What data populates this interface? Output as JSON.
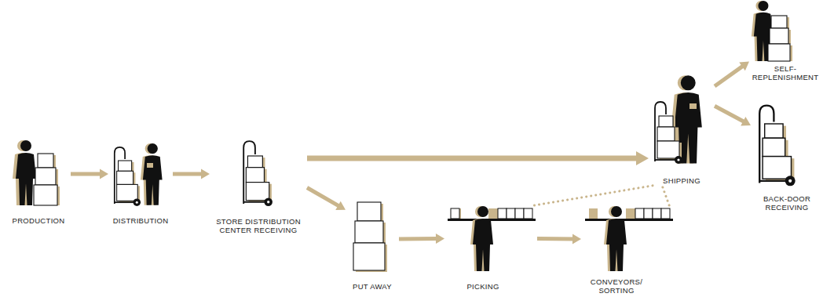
{
  "diagram": {
    "nodes": [
      {
        "text": [
          "PRODUCTION"
        ]
      },
      {
        "text": [
          "DISTRIBUTION"
        ]
      },
      {
        "text": [
          "STORE DISTRIBUTION CENTER RECEIVING"
        ]
      },
      {
        "text": [
          "PUT AWAY"
        ]
      },
      {
        "text": [
          "PICKING"
        ]
      },
      {
        "text": [
          "CONVEYORS/ SORTING"
        ]
      },
      {
        "text": [
          "SHIPPING"
        ]
      },
      {
        "text": [
          "SELF- REPLENISHMENT"
        ]
      },
      {
        "text": [
          "BACK-DOOR RECEIVING"
        ]
      }
    ],
    "edges": [
      {
        "from": 0,
        "to": 1,
        "arrow": "to"
      },
      {
        "from": 1,
        "to": 2,
        "arrow": "to"
      },
      {
        "from": 2,
        "to": 6,
        "arrow": "to"
      },
      {
        "from": 2,
        "to": 3,
        "arrow": "to"
      },
      {
        "from": 3,
        "to": 4,
        "arrow": "to"
      },
      {
        "from": 4,
        "to": 5,
        "arrow": "to"
      },
      {
        "from": 4,
        "to": 6,
        "arrow": "none"
      },
      {
        "from": 5,
        "to": 6,
        "arrow": "none"
      },
      {
        "from": 6,
        "to": 7,
        "arrow": "to"
      },
      {
        "from": 6,
        "to": 8,
        "arrow": "to"
      }
    ]
  }
}
